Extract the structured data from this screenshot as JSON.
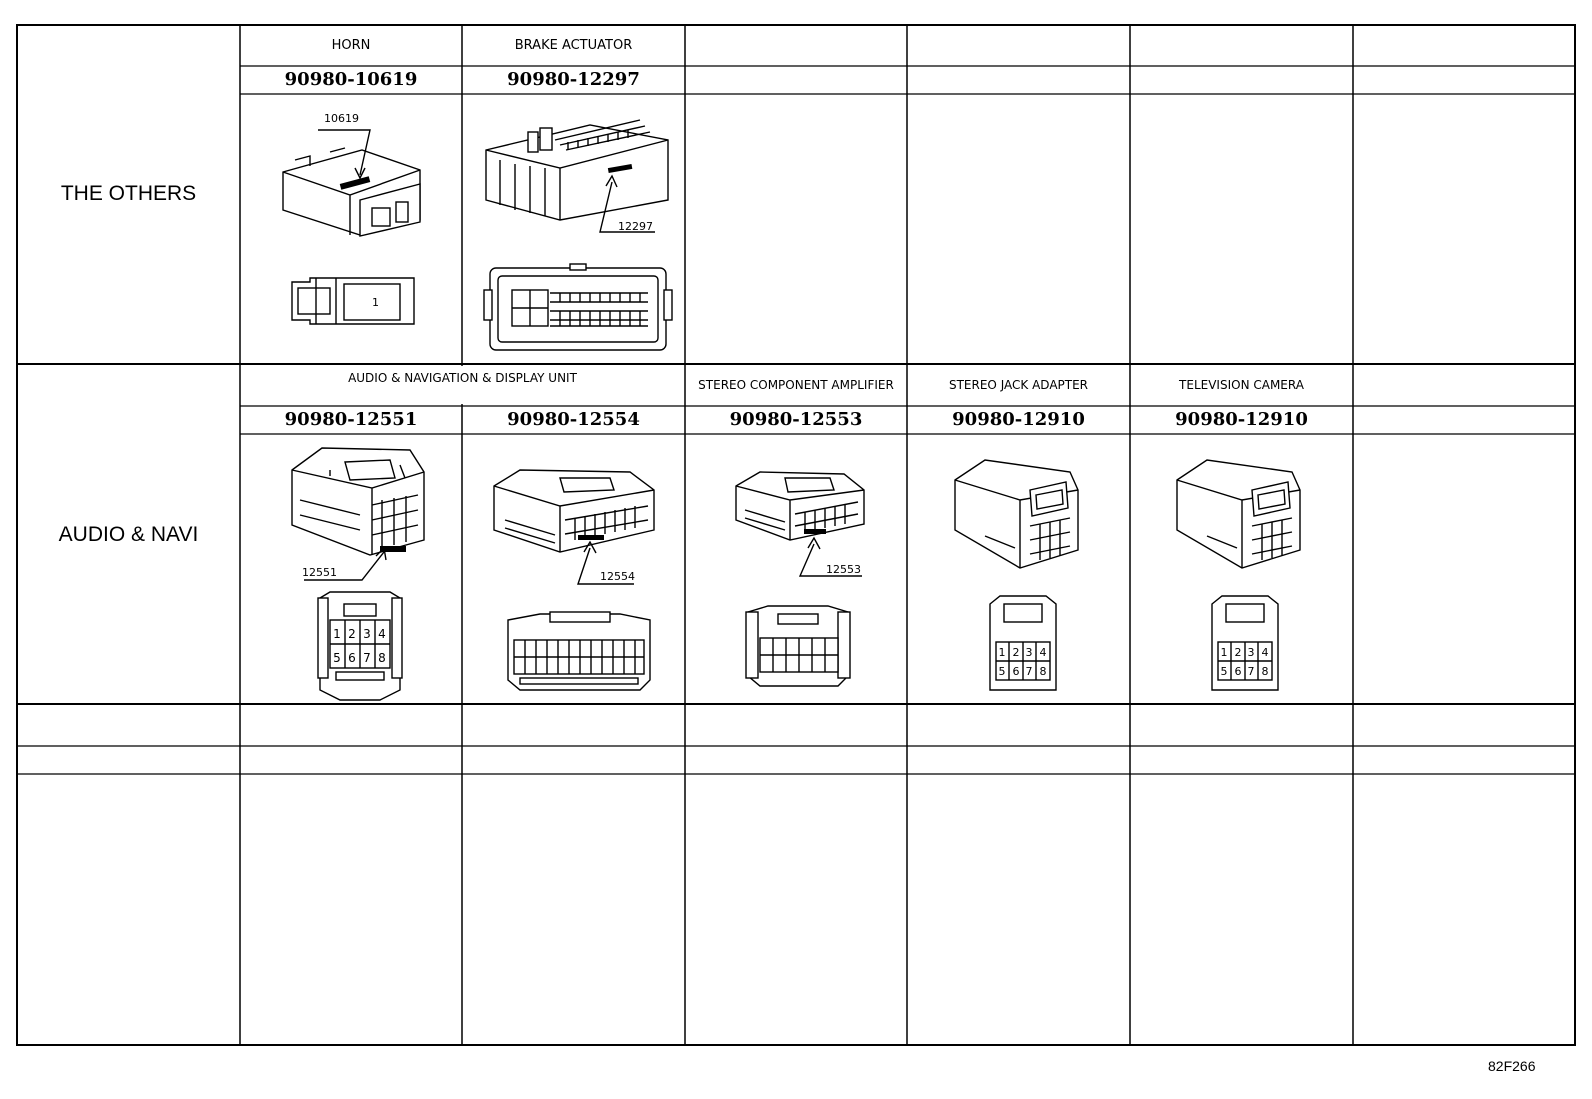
{
  "sections": [
    {
      "group_label": "THE OTHERS",
      "columns": [
        {
          "name": "HORN",
          "part_number": "90980-10619",
          "callout": "10619",
          "face_pin": "1"
        },
        {
          "name": "BRAKE ACTUATOR",
          "part_number": "90980-12297",
          "callout": "12297"
        },
        {
          "name": "",
          "part_number": ""
        },
        {
          "name": "",
          "part_number": ""
        },
        {
          "name": "",
          "part_number": ""
        },
        {
          "name": "",
          "part_number": ""
        }
      ]
    },
    {
      "group_label": "AUDIO & NAVI",
      "merged_header": "AUDIO & NAVIGATION & DISPLAY UNIT",
      "columns": [
        {
          "name": "",
          "part_number": "90980-12551",
          "callout": "12551",
          "pins": [
            "1",
            "2",
            "3",
            "4",
            "5",
            "6",
            "7",
            "8"
          ]
        },
        {
          "name": "",
          "part_number": "90980-12554",
          "callout": "12554"
        },
        {
          "name": "STEREO COMPONENT AMPLIFIER",
          "part_number": "90980-12553",
          "callout": "12553"
        },
        {
          "name": "STEREO JACK ADAPTER",
          "part_number": "90980-12910",
          "pins": [
            "1",
            "2",
            "3",
            "4",
            "5",
            "6",
            "7",
            "8"
          ]
        },
        {
          "name": "TELEVISION CAMERA",
          "part_number": "90980-12910",
          "pins": [
            "1",
            "2",
            "3",
            "4",
            "5",
            "6",
            "7",
            "8"
          ]
        },
        {
          "name": "",
          "part_number": ""
        }
      ]
    }
  ],
  "footer_code": "82F266"
}
